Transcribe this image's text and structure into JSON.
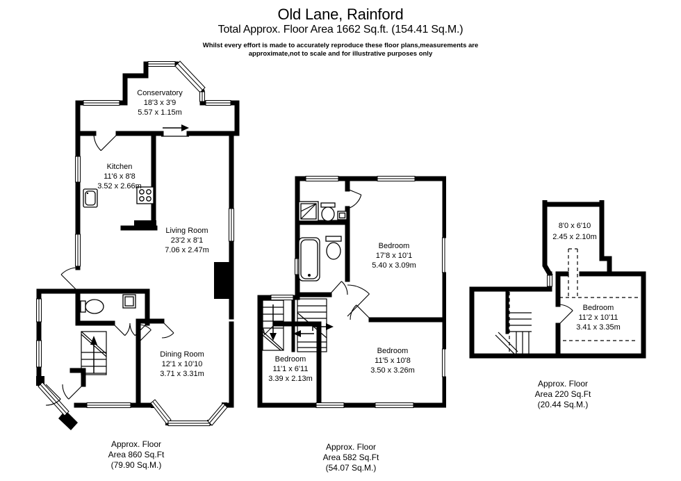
{
  "header": {
    "title": "Old Lane, Rainford",
    "subtitle": "Total Approx. Floor Area 1662 Sq.ft. (154.41 Sq.M.)",
    "disclaimer1": "Whilst every effort is made to accurately reproduce these floor plans,measurements are",
    "disclaimer2": "approximate,not to scale and for illustrative purposes only"
  },
  "floors": [
    {
      "name": "ground-floor",
      "rooms": [
        {
          "name": "Conservatory",
          "imperial": "18'3 x 3'9",
          "metric": "5.57 x 1.15m"
        },
        {
          "name": "Kitchen",
          "imperial": "11'6 x 8'8",
          "metric": "3.52 x 2.66m"
        },
        {
          "name": "Living Room",
          "imperial": "23'2 x 8'1",
          "metric": "7.06 x 2.47m"
        },
        {
          "name": "Dining Room",
          "imperial": "12'1 x 10'10",
          "metric": "3.71 x 3.31m"
        }
      ],
      "caption": [
        "Approx. Floor",
        "Area 860 Sq.Ft",
        "(79.90 Sq.M.)"
      ]
    },
    {
      "name": "first-floor",
      "rooms": [
        {
          "name": "Bedroom",
          "imperial": "17'8 x 10'1",
          "metric": "5.40 x 3.09m"
        },
        {
          "name": "Bedroom",
          "imperial": "11'1 x 6'11",
          "metric": "3.39 x 2.13m"
        },
        {
          "name": "Bedroom",
          "imperial": "11'5 x 10'8",
          "metric": "3.50 x 3.26m"
        }
      ],
      "caption": [
        "Approx. Floor",
        "Area 582 Sq.Ft",
        "(54.07 Sq.M.)"
      ]
    },
    {
      "name": "second-floor",
      "rooms": [
        {
          "name": "",
          "imperial": "8'0 x 6'10",
          "metric": "2.45 x 2.10m"
        },
        {
          "name": "Bedroom",
          "imperial": "11'2 x 10'11",
          "metric": "3.41 x 3.35m"
        }
      ],
      "caption": [
        "Approx. Floor",
        "Area 220 Sq.Ft",
        "(20.44 Sq.M.)"
      ]
    }
  ],
  "colors": {
    "wall": "#000000",
    "background": "#ffffff",
    "text": "#000000"
  }
}
